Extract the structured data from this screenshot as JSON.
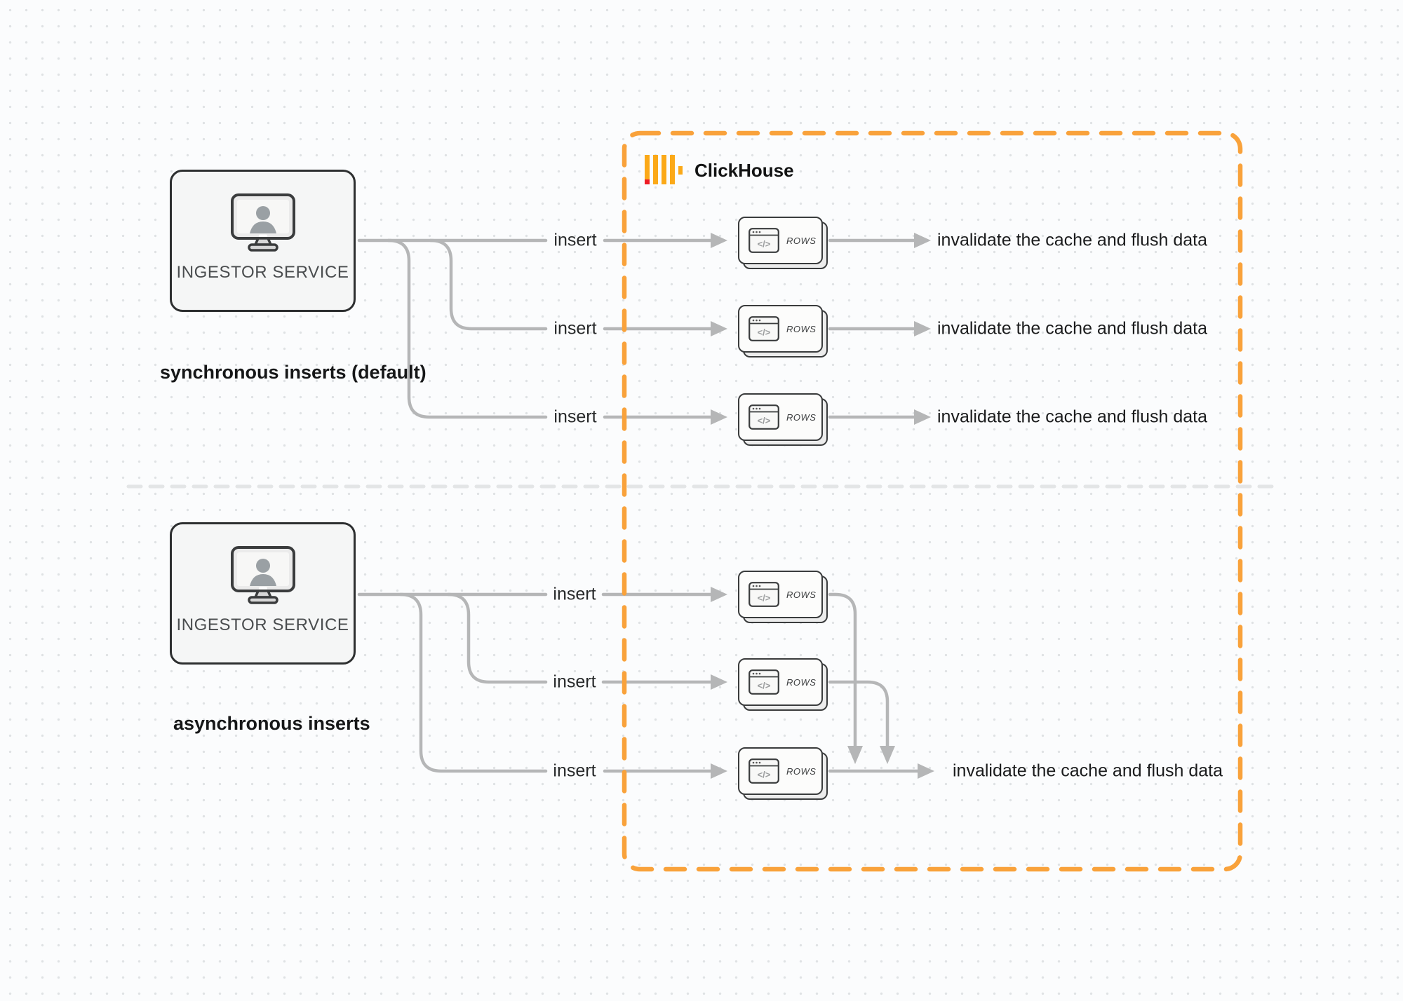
{
  "clickhouse": {
    "title": "ClickHouse"
  },
  "icons": {
    "clickhouse_logo": "clickhouse-bars-logo",
    "service_icon": "monitor-user-icon",
    "card_icon": "browser-code-icon",
    "card_icon_glyph": "</>"
  },
  "colors": {
    "accent_orange": "#F9A23B",
    "logo_yellow": "#FBA918",
    "logo_red": "#EE1C25",
    "connector_gray": "#B5B6B7",
    "divider_gray": "#E3E5E6",
    "box_border": "#2D2F30",
    "text_dark": "#1B1C1D"
  },
  "sync_section": {
    "caption": "synchronous inserts (default)",
    "service_label": "INGESTOR SERVICE",
    "inserts": [
      {
        "label": "insert",
        "card": "ROWS",
        "result": "invalidate the cache and flush data"
      },
      {
        "label": "insert",
        "card": "ROWS",
        "result": "invalidate the cache and flush data"
      },
      {
        "label": "insert",
        "card": "ROWS",
        "result": "invalidate the cache and flush data"
      }
    ]
  },
  "async_section": {
    "caption": "asynchronous inserts",
    "service_label": "INGESTOR SERVICE",
    "inserts": [
      {
        "label": "insert",
        "card": "ROWS"
      },
      {
        "label": "insert",
        "card": "ROWS"
      },
      {
        "label": "insert",
        "card": "ROWS"
      }
    ],
    "result": "invalidate the cache and flush data"
  }
}
